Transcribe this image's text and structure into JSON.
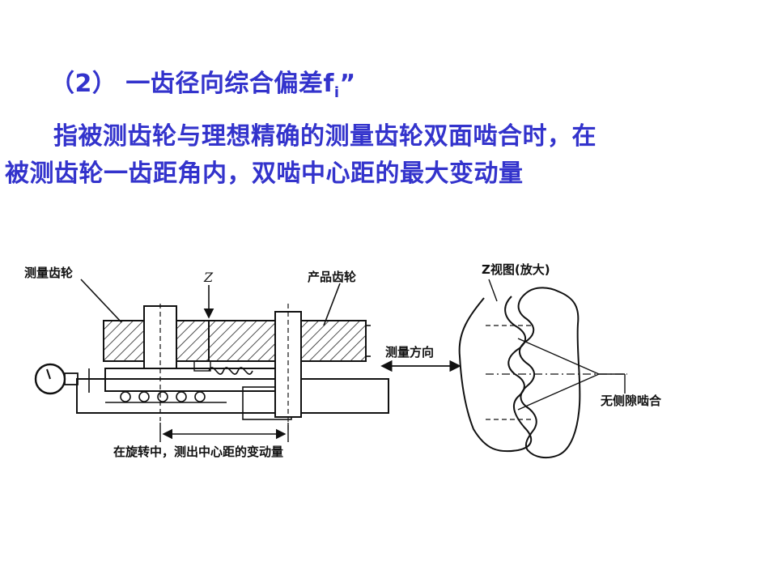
{
  "title": {
    "prefix": "（2） 一齿径向综合偏差f",
    "subscript": "i",
    "suffix": "”"
  },
  "paragraph": {
    "line1": "指被测齿轮与理想精确的测量齿轮双面啮合时，在",
    "line2": "被测齿轮一齿距角内，双啮中心距的最大变动量"
  },
  "diagram": {
    "label_measuring_gear": "测量齿轮",
    "label_z": "Z",
    "label_product_gear": "产品齿轮",
    "label_measure_direction": "测量方向",
    "label_bottom": "在旋转中，测出中心距的变动量",
    "label_z_view": "Z视图(放大)",
    "label_no_backlash": "无侧隙啮合"
  }
}
